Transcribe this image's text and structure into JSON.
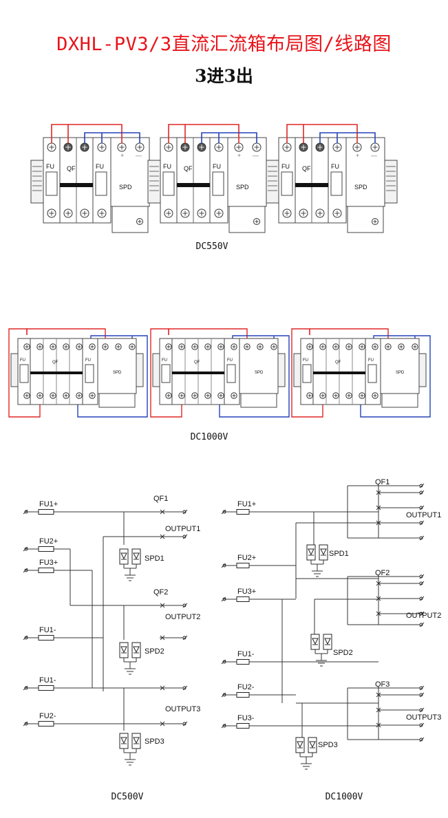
{
  "title": "DXHL-PV3/3直流汇流箱布局图/线路图",
  "subtitle": "3进3出",
  "layout_a": {
    "caption": "DC550V",
    "fu_label": "FU",
    "qf_label": "QF",
    "spd_label": "SPD",
    "plus": "+",
    "minus": "—"
  },
  "layout_b": {
    "caption": "DC1000V",
    "fu_label": "FU",
    "qf_label": "QF",
    "spd_label": "SPD"
  },
  "schematic_left": {
    "caption": "DC500V",
    "fuses": [
      "FU1+",
      "FU2+",
      "FU3+",
      "FU1-",
      "FU1-",
      "FU2-"
    ],
    "breakers": [
      "QF1",
      "QF2"
    ],
    "outputs": [
      "OUTPUT1",
      "OUTPUT2",
      "OUTPUT3"
    ],
    "spds": [
      "SPD1",
      "SPD2",
      "SPD3"
    ]
  },
  "schematic_right": {
    "caption": "DC1000V",
    "fuses": [
      "FU1+",
      "FU2+",
      "FU3+",
      "FU1-",
      "FU2-",
      "FU3-"
    ],
    "breakers": [
      "QF1",
      "QF2",
      "QF3"
    ],
    "outputs": [
      "OUTPUT1",
      "OUTPUT2",
      "OUTPUT3"
    ],
    "spds": [
      "SPD1",
      "SPD2",
      "SPD3"
    ]
  },
  "colors": {
    "title": "#e8141a",
    "wire_pos": "#e02525",
    "wire_neg": "#2340b8"
  }
}
